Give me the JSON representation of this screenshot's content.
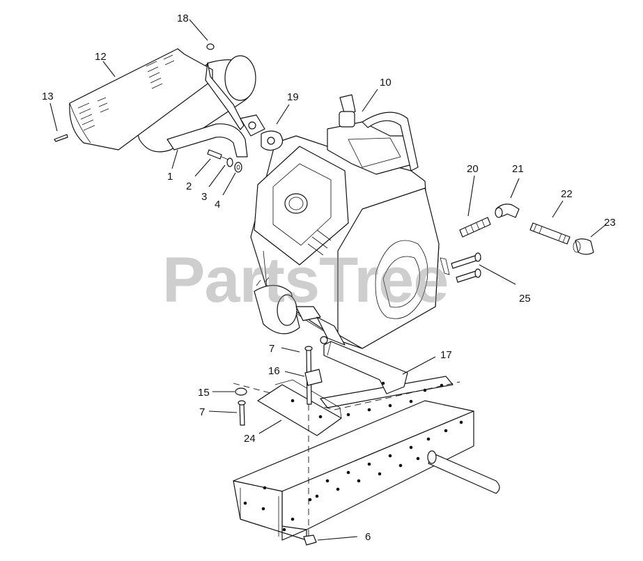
{
  "watermark": "PartsTree",
  "callouts": {
    "c1": "1",
    "c2": "2",
    "c3": "3",
    "c4": "4",
    "c6": "6",
    "c7a": "7",
    "c7b": "7",
    "c10": "10",
    "c12": "12",
    "c13": "13",
    "c15": "15",
    "c16": "16",
    "c17": "17",
    "c18": "18",
    "c19": "19",
    "c20": "20",
    "c21": "21",
    "c22": "22",
    "c23": "23",
    "c24": "24",
    "c25": "25"
  }
}
